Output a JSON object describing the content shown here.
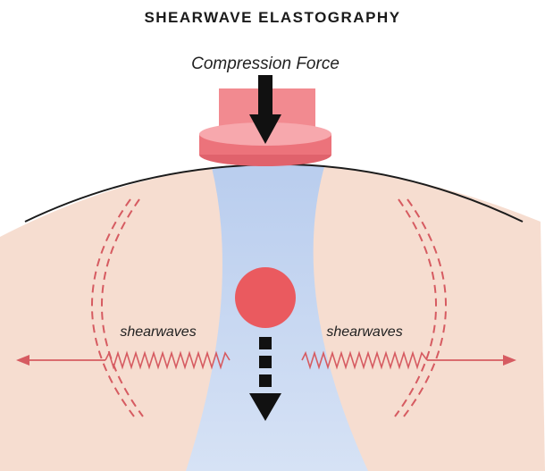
{
  "title": "SHEARWAVE ELASTOGRAPHY",
  "labels": {
    "force": "Compression Force",
    "left_wave": "shearwaves",
    "right_wave": "shearwaves"
  },
  "colors": {
    "tissue": "#f6ddd0",
    "beam": "#c9d9f1",
    "transducer": "#f07b82",
    "transducer_edge": "#c84652",
    "lesion": "#ea5a5f",
    "wave": "#d65b61",
    "outline": "#1c1c1c"
  },
  "icons": [
    "compression-arrow-icon",
    "propagation-arrow-icon"
  ]
}
